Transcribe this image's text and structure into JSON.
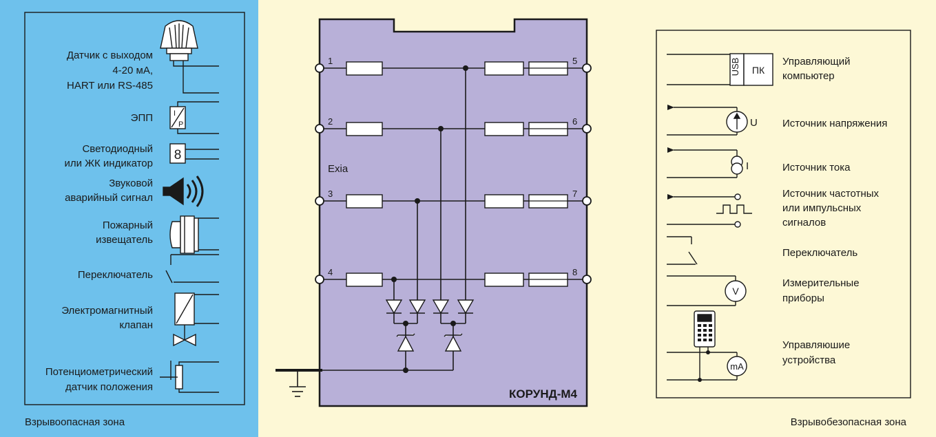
{
  "colors": {
    "hazard_zone_bg": "#6ec1ec",
    "safe_zone_bg": "#fdf8d6",
    "barrier_body": "#b8b0d8",
    "line": "#1a1a1a"
  },
  "hazard_zone": {
    "caption": "Взрывоопасная зона",
    "devices": [
      {
        "icon": "sensor-head-icon",
        "lines": [
          "Датчик с выходом",
          "4-20 мА,",
          "HART или RS-485"
        ]
      },
      {
        "icon": "ip-converter-icon",
        "lines": [
          "ЭПП"
        ]
      },
      {
        "icon": "digit-display-icon",
        "lines": [
          "Светодиодный",
          "или ЖК индикатор"
        ]
      },
      {
        "icon": "speaker-icon",
        "lines": [
          "Звуковой",
          "аварийный сигнал"
        ]
      },
      {
        "icon": "fire-detector-icon",
        "lines": [
          "Пожарный",
          "извещатель"
        ]
      },
      {
        "icon": "switch-icon",
        "lines": [
          "Переключатель"
        ]
      },
      {
        "icon": "solenoid-valve-icon",
        "lines": [
          "Электромагнитный",
          "клапан"
        ]
      },
      {
        "icon": "potentiometer-icon",
        "lines": [
          "Потенциометрический",
          "датчик положения"
        ]
      }
    ],
    "ip_glyph_top": "I",
    "ip_glyph_bottom": "P",
    "display_digit": "8"
  },
  "barrier": {
    "model": "КОРУНД-М4",
    "protection": "Exia",
    "left_terminals": [
      "1",
      "2",
      "3",
      "4"
    ],
    "right_terminals": [
      "5",
      "6",
      "7",
      "8"
    ]
  },
  "safe_zone": {
    "caption": "Взрывобезопасная зона",
    "devices": [
      {
        "icon": "computer-usb-icon",
        "lines": [
          "Управляющий",
          "компьютер"
        ]
      },
      {
        "icon": "voltage-source-icon",
        "lines": [
          "Источник напряжения"
        ]
      },
      {
        "icon": "current-source-icon",
        "lines": [
          "Источник тока"
        ]
      },
      {
        "icon": "pulse-source-icon",
        "lines": [
          "Источник частотных",
          "или импульсных",
          "сигналов"
        ]
      },
      {
        "icon": "switch-icon",
        "lines": [
          "Переключатель"
        ]
      },
      {
        "icon": "voltmeter-icon",
        "lines": [
          "Измерительные",
          "приборы"
        ]
      },
      {
        "icon": "controller-icon",
        "lines": [
          "Управляюшие",
          "устройства"
        ]
      }
    ],
    "usb_label": "USB",
    "pc_label": "ПК",
    "u_label": "U",
    "i_label": "I",
    "v_label": "V",
    "ma_label": "mA"
  }
}
